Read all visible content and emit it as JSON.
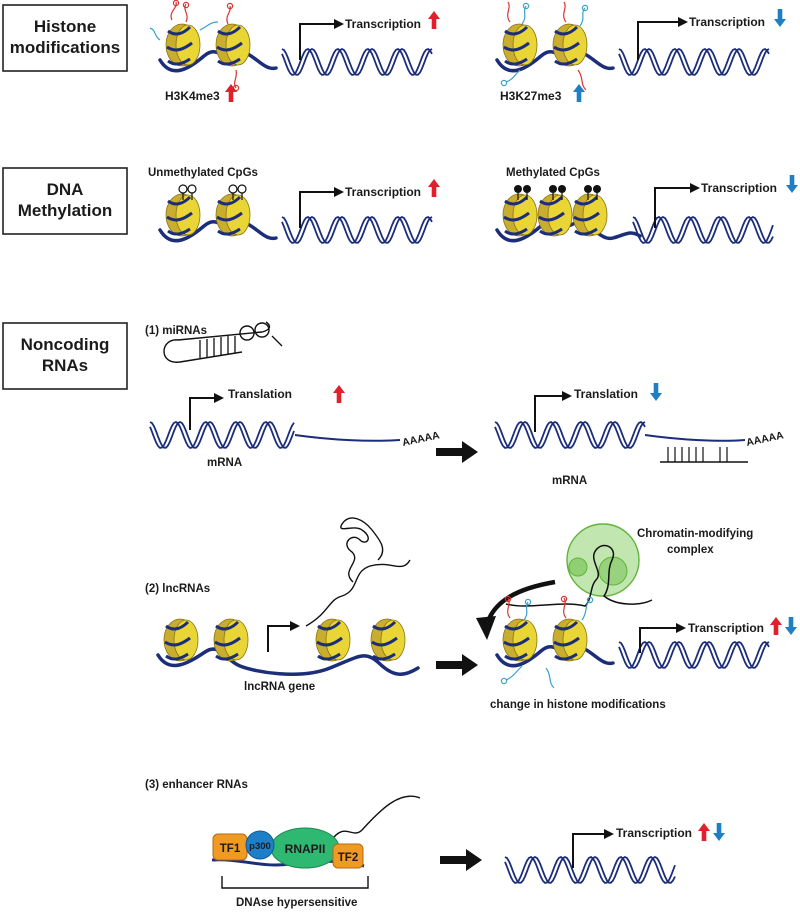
{
  "sections": {
    "histone": {
      "title_line1": "Histone",
      "title_line2": "modifications"
    },
    "dna_methylation": {
      "title_line1": "DNA",
      "title_line2": "Methylation"
    },
    "noncoding": {
      "title_line1": "Noncoding",
      "title_line2": "RNAs"
    }
  },
  "labels": {
    "transcription": "Transcription",
    "translation": "Translation",
    "h3k4me3": "H3K4me3",
    "h3k27me3": "H3K27me3",
    "unmethylated": "Unmethylated CpGs",
    "methylated": "Methylated CpGs",
    "mirnas": "(1) miRNAs",
    "mrna": "mRNA",
    "polya": "AAAAA",
    "lncrnas": "(2) lncRNAs",
    "lncrna_gene": "lncRNA gene",
    "complex_line1": "Chromatin-modifying",
    "complex_line2": "complex",
    "change_histone": "change in histone modifications",
    "enhancer_rnas": "(3) enhancer RNAs",
    "tf1": "TF1",
    "p300": "p300",
    "rnapii": "RNAPII",
    "tf2": "TF2",
    "dnase": "DNAse hypersensitive"
  },
  "colors": {
    "dna": "#1c2d7a",
    "nucleosome": "#c8ad2e",
    "nucleosome_face": "#e9d636",
    "up_arrow": "#e0202a",
    "down_arrow": "#1f7fc4",
    "tail_red": "#d9332e",
    "tail_blue": "#3aa2c9",
    "complex": "#90d170",
    "tf": "#f09a24",
    "p300": "#1e7fc9",
    "rnapii": "#2fb872"
  },
  "icons": [
    "up-arrow-icon",
    "down-arrow-icon",
    "transcription-start-arrow-icon",
    "big-right-arrow-icon",
    "curved-arrow-icon"
  ]
}
